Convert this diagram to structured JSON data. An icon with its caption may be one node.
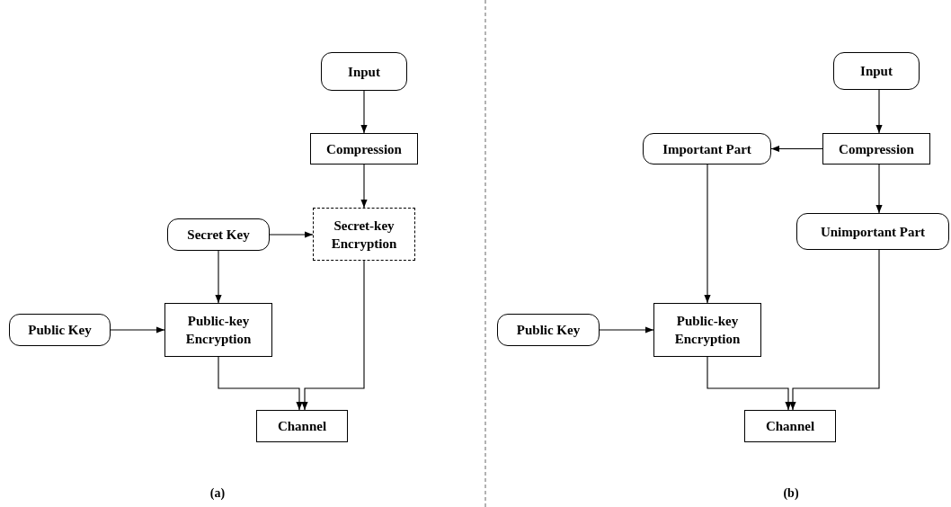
{
  "diagram": {
    "nodes": [
      {
        "text": [
          "Input"
        ]
      },
      {
        "text": [
          "Compression"
        ]
      },
      {
        "text": [
          "Secret Key"
        ]
      },
      {
        "text": [
          "Secret-key Encryption"
        ]
      },
      {
        "text": [
          "Public Key"
        ]
      },
      {
        "text": [
          "Public-key Encryption"
        ]
      },
      {
        "text": [
          "Channel"
        ]
      },
      {
        "text": [
          "Input"
        ]
      },
      {
        "text": [
          "Important Part"
        ]
      },
      {
        "text": [
          "Compression"
        ]
      },
      {
        "text": [
          "Unimportant Part"
        ]
      },
      {
        "text": [
          "Public Key"
        ]
      },
      {
        "text": [
          "Public-key Encryption"
        ]
      },
      {
        "text": [
          "Channel"
        ]
      }
    ],
    "edges": [
      {
        "from": 0,
        "to": 1,
        "arrow": "to"
      },
      {
        "from": 1,
        "to": 3,
        "arrow": "to"
      },
      {
        "from": 2,
        "to": 3,
        "arrow": "to"
      },
      {
        "from": 2,
        "to": 5,
        "arrow": "to"
      },
      {
        "from": 4,
        "to": 5,
        "arrow": "to"
      },
      {
        "from": 5,
        "to": 6,
        "arrow": "to"
      },
      {
        "from": 3,
        "to": 6,
        "arrow": "to"
      },
      {
        "from": 7,
        "to": 9,
        "arrow": "to"
      },
      {
        "from": 9,
        "to": 8,
        "arrow": "to"
      },
      {
        "from": 9,
        "to": 10,
        "arrow": "to"
      },
      {
        "from": 8,
        "to": 12,
        "arrow": "to"
      },
      {
        "from": 11,
        "to": 12,
        "arrow": "to"
      },
      {
        "from": 12,
        "to": 13,
        "arrow": "to"
      },
      {
        "from": 10,
        "to": 13,
        "arrow": "to"
      }
    ],
    "labels": [
      "(a)",
      "(b)"
    ]
  }
}
